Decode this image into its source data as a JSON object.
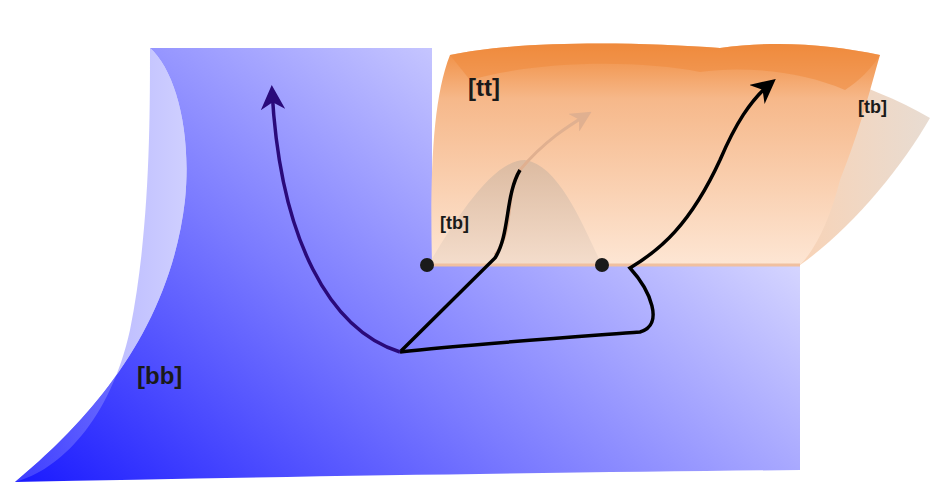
{
  "diagram": {
    "labels": [
      "[tt]",
      "[tb]",
      "[tb]",
      "[bb]"
    ]
  }
}
